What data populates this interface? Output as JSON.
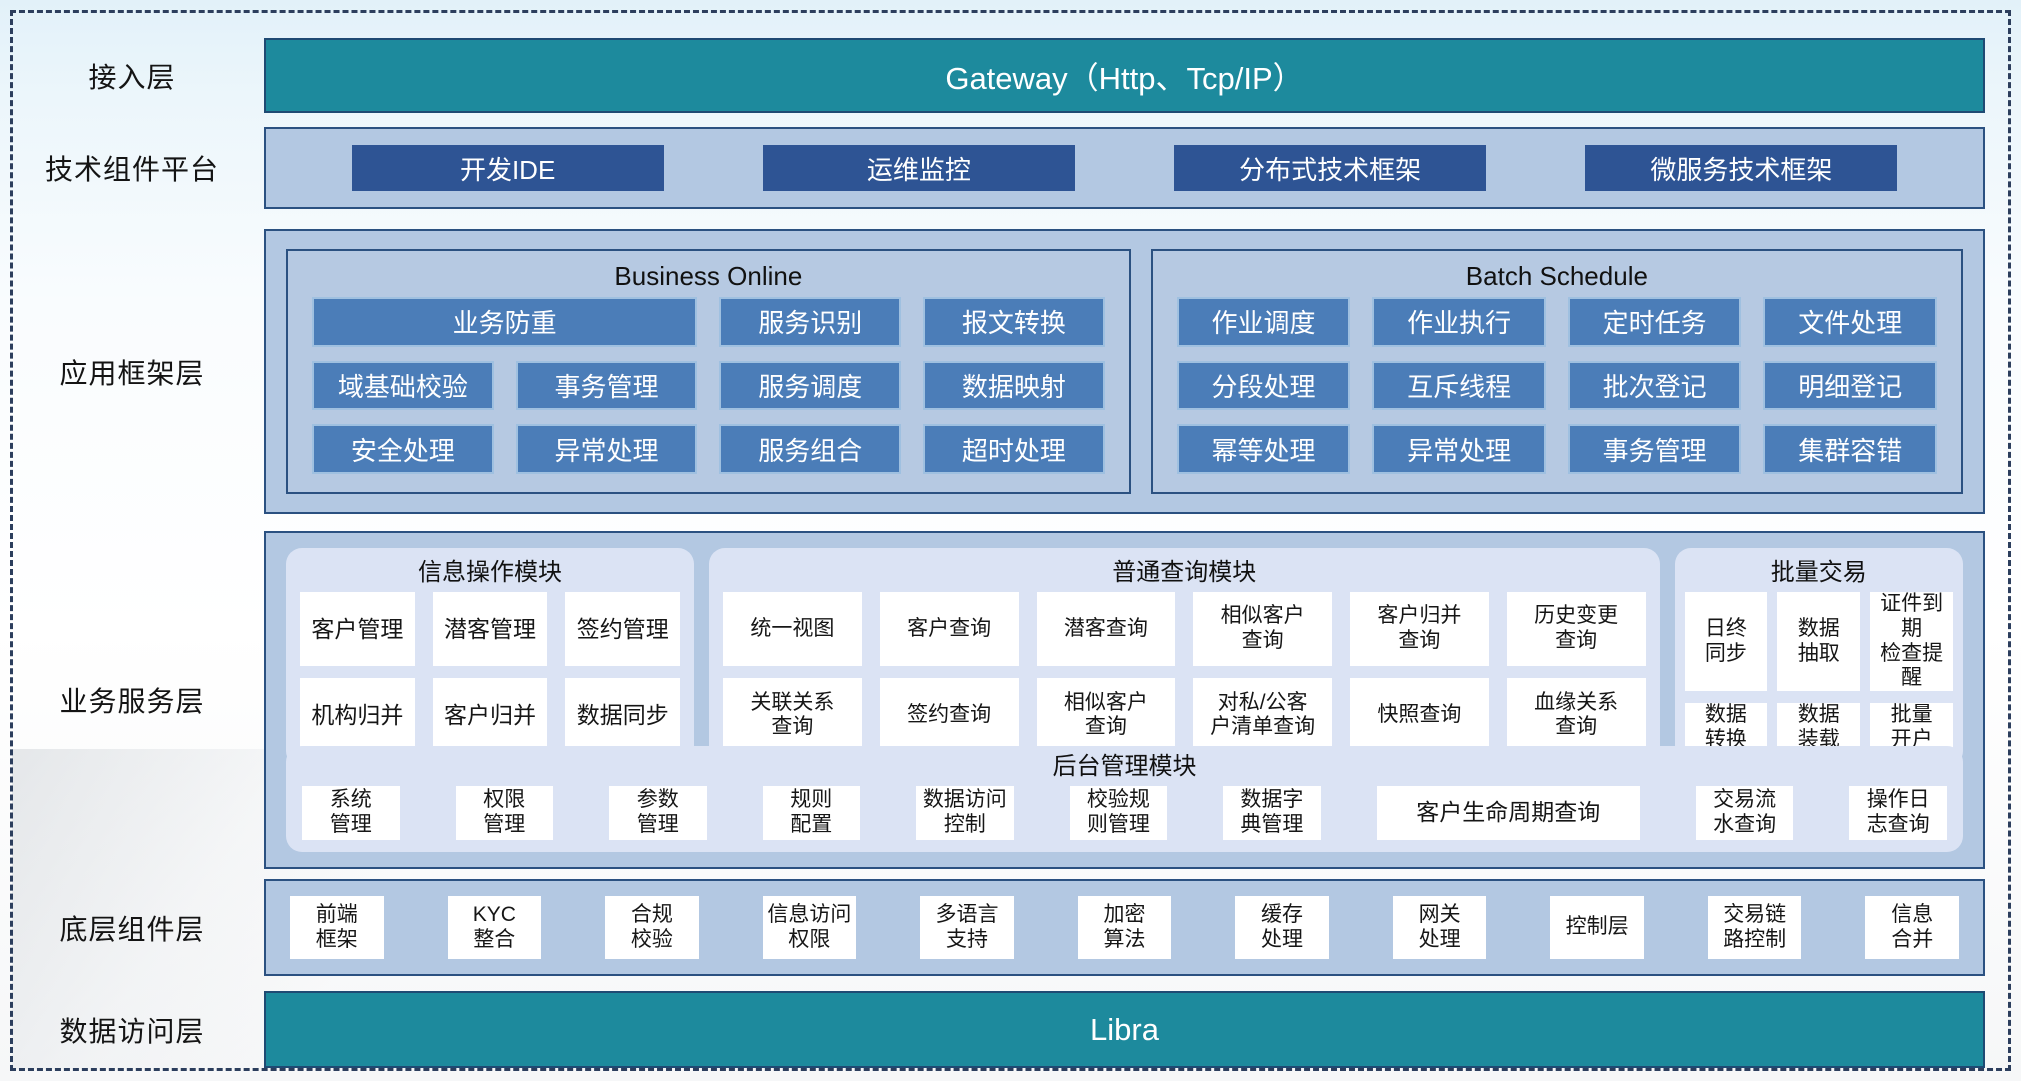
{
  "layers": {
    "access": {
      "label": "接入层",
      "bar": "Gateway（Http、Tcp/IP）"
    },
    "tech_platform": {
      "label": "技术组件平台",
      "items": [
        "开发IDE",
        "运维监控",
        "分布式技术框架",
        "微服务技术框架"
      ]
    },
    "app_framework": {
      "label": "应用框架层",
      "panels": [
        {
          "title": "Business Online",
          "items": [
            {
              "label": "业务防重",
              "span": 2
            },
            "服务识别",
            "报文转换",
            "域基础校验",
            "事务管理",
            "服务调度",
            "数据映射",
            "安全处理",
            "异常处理",
            "服务组合",
            "超时处理"
          ]
        },
        {
          "title": "Batch Schedule",
          "items": [
            "作业调度",
            "作业执行",
            "定时任务",
            "文件处理",
            "分段处理",
            "互斥线程",
            "批次登记",
            "明细登记",
            "幂等处理",
            "异常处理",
            "事务管理",
            "集群容错"
          ]
        }
      ]
    },
    "business_service": {
      "label": "业务服务层",
      "panels": [
        {
          "title": "信息操作模块",
          "items": [
            "客户管理",
            "潜客管理",
            "签约管理",
            "机构归并",
            "客户归并",
            "数据同步"
          ]
        },
        {
          "title": "普通查询模块",
          "items": [
            "统一视图",
            "客户查询",
            "潜客查询",
            "相似客户\n查询",
            "客户归并\n查询",
            "历史变更\n查询",
            "关联关系\n查询",
            "签约查询",
            "相似客户\n查询",
            "对私/公客\n户清单查询",
            "快照查询",
            "血缘关系\n查询"
          ]
        },
        {
          "title": "批量交易",
          "items": [
            "日终\n同步",
            "数据\n抽取",
            "证件到期\n检查提醒",
            "数据\n转换",
            "数据\n装载",
            "批量\n开户"
          ]
        }
      ],
      "admin_panel": {
        "title": "后台管理模块",
        "items": [
          "系统\n管理",
          "权限\n管理",
          "参数\n管理",
          "规则\n配置",
          "数据访问\n控制",
          "校验规\n则管理",
          "数据字\n典管理",
          {
            "label": "客户生命周期查询",
            "wide": true
          },
          "交易流\n水查询",
          "操作日\n志查询"
        ]
      }
    },
    "base_components": {
      "label": "底层组件层",
      "items": [
        "前端\n框架",
        "KYC\n整合",
        "合规\n校验",
        "信息访问\n权限",
        "多语言\n支持",
        "加密\n算法",
        "缓存\n处理",
        "网关\n处理",
        "控制层",
        "交易链\n路控制",
        "信息\n合并"
      ]
    },
    "data_access": {
      "label": "数据访问层",
      "bar": "Libra"
    }
  },
  "colors": {
    "teal_bar": "#1d8a9d",
    "dark_blue_button": "#2e5494",
    "medium_blue_button": "#4b7db8",
    "light_blue_box": "#b3c8e2",
    "light_panel": "#dbe3f4",
    "box_border": "#2b5181"
  }
}
